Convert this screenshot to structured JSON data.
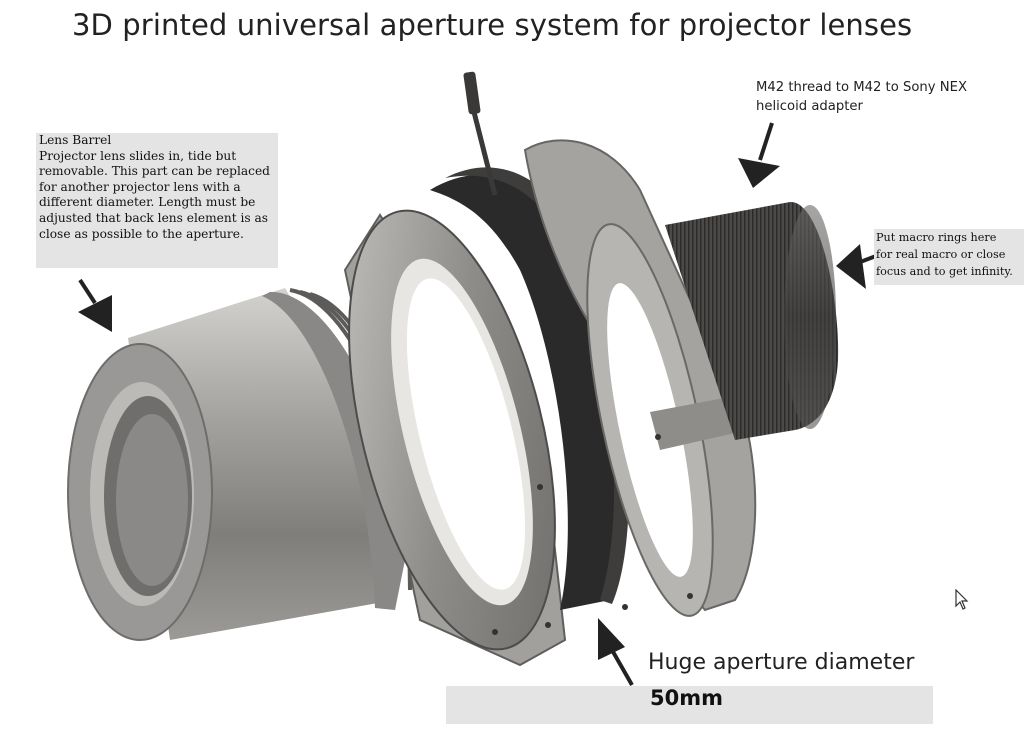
{
  "title": "3D printed universal aperture system for projector lenses",
  "notes": {
    "lens_barrel": {
      "heading": "Lens Barrel",
      "body": "Projector lens slides in, tide but removable. This part can be replaced for another projector lens with a different diameter. Length must be adjusted that back lens element is as close as possible to the aperture."
    },
    "m42_adapter": "M42 thread to M42 to Sony NEX helicoid adapter",
    "macro_rings": [
      " Put macro rings here",
      "for real macro or close",
      "focus and to get infinity."
    ],
    "aperture": {
      "label": "Huge aperture diameter",
      "value": "50mm"
    }
  },
  "colors": {
    "metal_light": "#b9b7b4",
    "metal_mid": "#8c8a87",
    "metal_dark": "#4a4948",
    "iris_black": "#222222",
    "label_bg": "#e4e4e4",
    "arrow": "#222222"
  },
  "icons": [
    "arrow-icon",
    "cursor-icon"
  ]
}
